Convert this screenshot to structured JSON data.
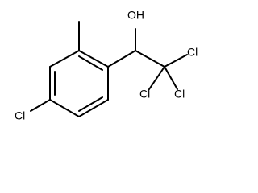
{
  "structure": {
    "atoms": {
      "hydroxyl": "OH",
      "chlorine_ring": "Cl",
      "chlorine_upper_right": "Cl",
      "chlorine_lower_left": "Cl",
      "chlorine_lower_right": "Cl"
    }
  }
}
